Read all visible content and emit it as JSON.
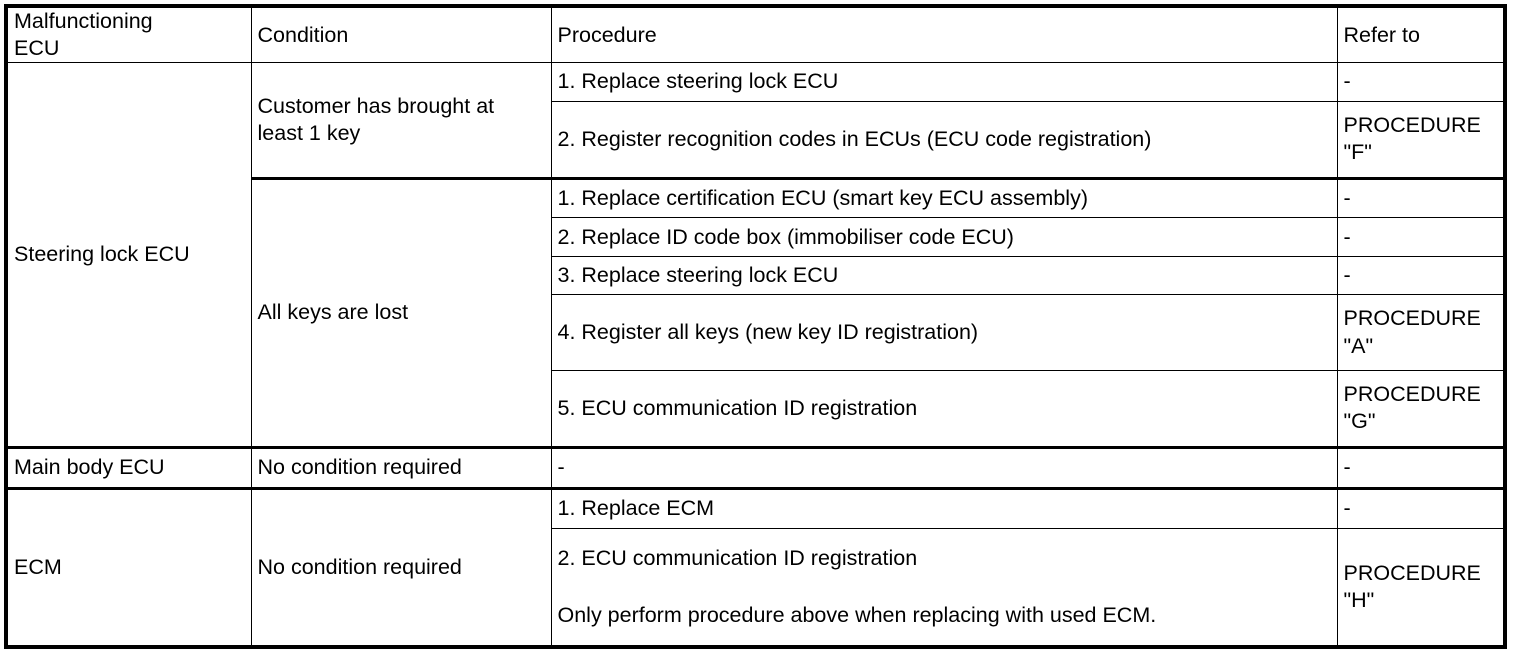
{
  "table": {
    "headers": [
      {
        "id": "malfunctioning-ecu",
        "label": "Malfunctioning\nECU",
        "line1": "Malfunctioning",
        "line2": "ECU"
      },
      {
        "id": "condition",
        "label": "Condition"
      },
      {
        "id": "procedure",
        "label": "Procedure"
      },
      {
        "id": "refer-to",
        "label": "Refer to"
      }
    ],
    "rows": [
      {
        "ecu": "Steering lock ECU",
        "conditions": [
          {
            "condition": "Customer has brought at least 1 key",
            "steps": [
              {
                "procedure": "1. Replace steering lock ECU",
                "refer_to": "-"
              },
              {
                "procedure": "2. Register recognition codes in ECUs (ECU code registration)",
                "refer_to": "PROCEDURE \"F\""
              }
            ]
          },
          {
            "condition": "All keys are lost",
            "steps": [
              {
                "procedure": "1. Replace certification ECU (smart key ECU assembly)",
                "refer_to": "-"
              },
              {
                "procedure": "2. Replace ID code box (immobiliser code ECU)",
                "refer_to": "-"
              },
              {
                "procedure": "3. Replace steering lock ECU",
                "refer_to": "-"
              },
              {
                "procedure": "4. Register all keys (new key ID registration)",
                "refer_to": "PROCEDURE \"A\""
              },
              {
                "procedure": "5. ECU communication ID registration",
                "refer_to": "PROCEDURE \"G\""
              }
            ]
          }
        ]
      },
      {
        "ecu": "Main body ECU",
        "conditions": [
          {
            "condition": "No condition required",
            "steps": [
              {
                "procedure": "-",
                "refer_to": "-"
              }
            ]
          }
        ]
      },
      {
        "ecu": "ECM",
        "conditions": [
          {
            "condition": "No condition required",
            "steps": [
              {
                "procedure": "1. Replace ECM",
                "refer_to": "-"
              },
              {
                "procedure": "2. ECU communication ID registration",
                "note": "Only perform procedure above when replacing with used ECM.",
                "refer_to": "PROCEDURE \"H\""
              }
            ]
          }
        ]
      }
    ]
  },
  "cells": {
    "h_ecu_l1": "Malfunctioning",
    "h_ecu_l2": "ECU",
    "h_condition": "Condition",
    "h_procedure": "Procedure",
    "h_refer": "Refer to",
    "ecu_steering": "Steering lock ECU",
    "ecu_mainbody": "Main body ECU",
    "ecu_ecm": "ECM",
    "cond_one_key": "Customer has brought at least 1 key",
    "cond_all_lost": "All keys are lost",
    "cond_none_1": "No condition required",
    "cond_none_2": "No condition required",
    "p_s1_1": "1. Replace steering lock ECU",
    "p_s1_2": "2. Register recognition codes in ECUs (ECU code registration)",
    "p_s2_1": "1. Replace certification ECU (smart key ECU assembly)",
    "p_s2_2": "2. Replace ID code box (immobiliser code ECU)",
    "p_s2_3": "3. Replace steering lock ECU",
    "p_s2_4": "4. Register all keys (new key ID registration)",
    "p_s2_5": "5. ECU communication ID registration",
    "p_mb_1": "-",
    "p_ecm_1": "1. Replace ECM",
    "p_ecm_2": "2. ECU communication ID registration",
    "p_ecm_note": "Only perform procedure above when replacing with used ECM.",
    "r_s1_1": "-",
    "r_s1_2": "PROCEDURE \"F\"",
    "r_s2_1": "-",
    "r_s2_2": "-",
    "r_s2_3": "-",
    "r_s2_4": "PROCEDURE \"A\"",
    "r_s2_5": "PROCEDURE \"G\"",
    "r_mb_1": "-",
    "r_ecm_1": "-",
    "r_ecm_2": "PROCEDURE \"H\""
  },
  "colors": {
    "border": "#000000",
    "background": "#ffffff",
    "text": "#000000"
  }
}
